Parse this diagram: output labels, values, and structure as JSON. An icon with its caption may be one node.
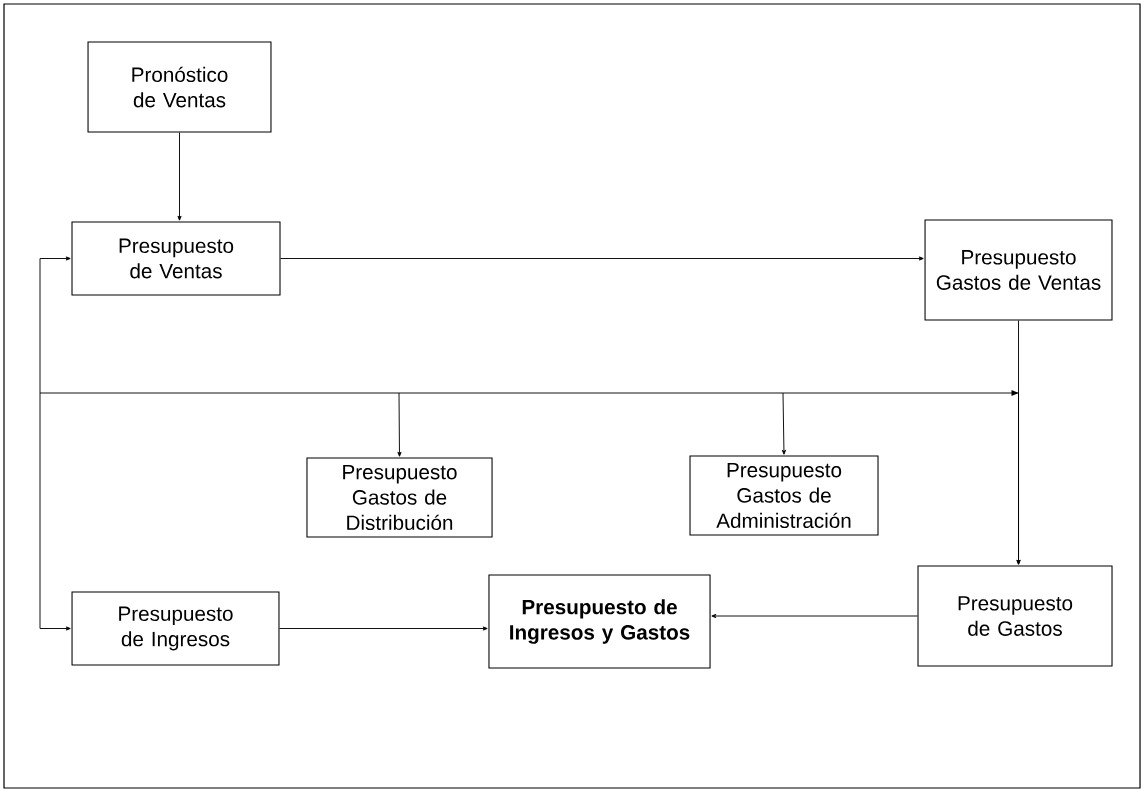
{
  "diagram": {
    "nodes": [
      {
        "text": [
          "Pronóstico de Ventas"
        ]
      },
      {
        "text": [
          "Presupuesto de Ventas"
        ]
      },
      {
        "text": [
          "Presupuesto Gastos de Ventas"
        ]
      },
      {
        "text": [
          "Presupuesto Gastos de Distribución"
        ]
      },
      {
        "text": [
          "Presupuesto Gastos de Administración"
        ]
      },
      {
        "text": [
          "Presupuesto de Ingresos"
        ]
      },
      {
        "text": [
          "Presupuesto de Ingresos y Gastos"
        ]
      },
      {
        "text": [
          "Presupuesto de Gastos"
        ]
      }
    ],
    "edges": [
      {
        "from": 0,
        "to": 1,
        "arrow": "to"
      },
      {
        "from": 1,
        "to": 2,
        "arrow": "to"
      },
      {
        "from": 2,
        "to": 7,
        "arrow": "to"
      },
      {
        "from": null,
        "to": 1,
        "arrow": "to"
      },
      {
        "from": null,
        "to": 5,
        "arrow": "to"
      },
      {
        "from": null,
        "to": 3,
        "arrow": "to"
      },
      {
        "from": null,
        "to": 4,
        "arrow": "to"
      },
      {
        "from": null,
        "to": 7,
        "arrow": "to"
      },
      {
        "from": 5,
        "to": 6,
        "arrow": "to"
      },
      {
        "from": 7,
        "to": 6,
        "arrow": "to"
      }
    ]
  }
}
